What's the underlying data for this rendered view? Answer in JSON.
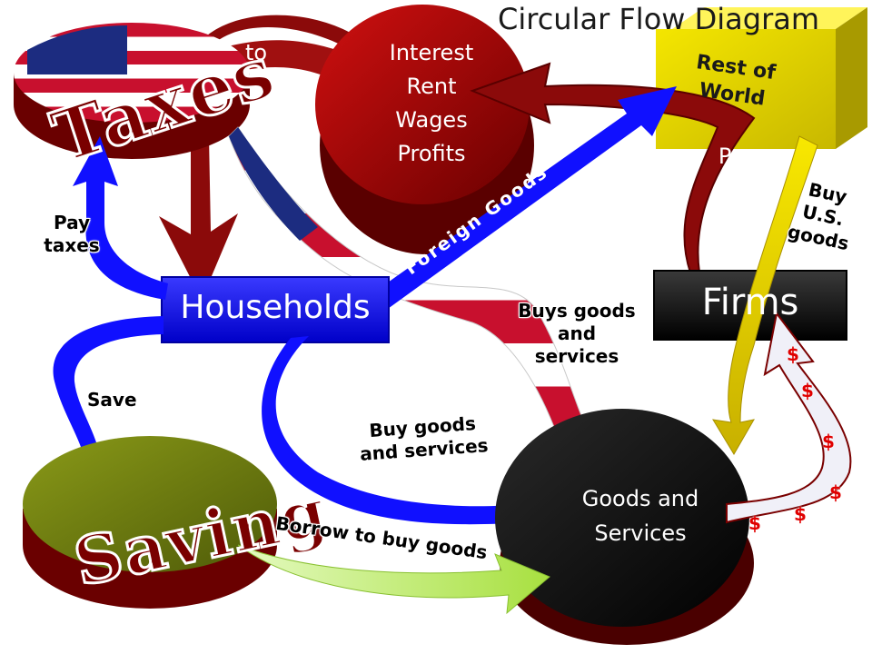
{
  "title": "Circular Flow Diagram",
  "nodes": {
    "taxes": "Taxes",
    "households": "Households",
    "firms": "Firms",
    "saving": "Saving",
    "rest_of_world_line1": "Rest of",
    "rest_of_world_line2": "World",
    "goods_services_line1": "Goods and",
    "goods_services_line2": "Services",
    "factor_income": [
      "Interest",
      "Rent",
      "Wages",
      "Profits"
    ]
  },
  "flows": {
    "to": "to",
    "pay": "Pay",
    "pay_symbol": "$",
    "pay_taxes_line1": "Pay",
    "pay_taxes_line2": "taxes",
    "buy_us_goods": [
      "Buy",
      "U.S.",
      "goods"
    ],
    "foreign_goods": "Foreign Goods",
    "buys_goods_services": [
      "Buys goods",
      "and",
      "services"
    ],
    "save": "Save",
    "buy_goods_services": [
      "Buy goods",
      "and services"
    ],
    "borrow": "Borrow to buy goods",
    "money_symbol": "$"
  },
  "colors": {
    "households_bar": "#1a1aff",
    "firms_bar": "#111111",
    "income_disc": "#a00000",
    "goods_disc": "#050505",
    "saving_disc": "#6b7a10",
    "rest_of_world_box": "#e8d800",
    "arrow_blue": "#1010ff",
    "arrow_red": "#8b0a0a",
    "arrow_yellow": "#e8d000",
    "arrow_lime": "#c8f07a"
  }
}
